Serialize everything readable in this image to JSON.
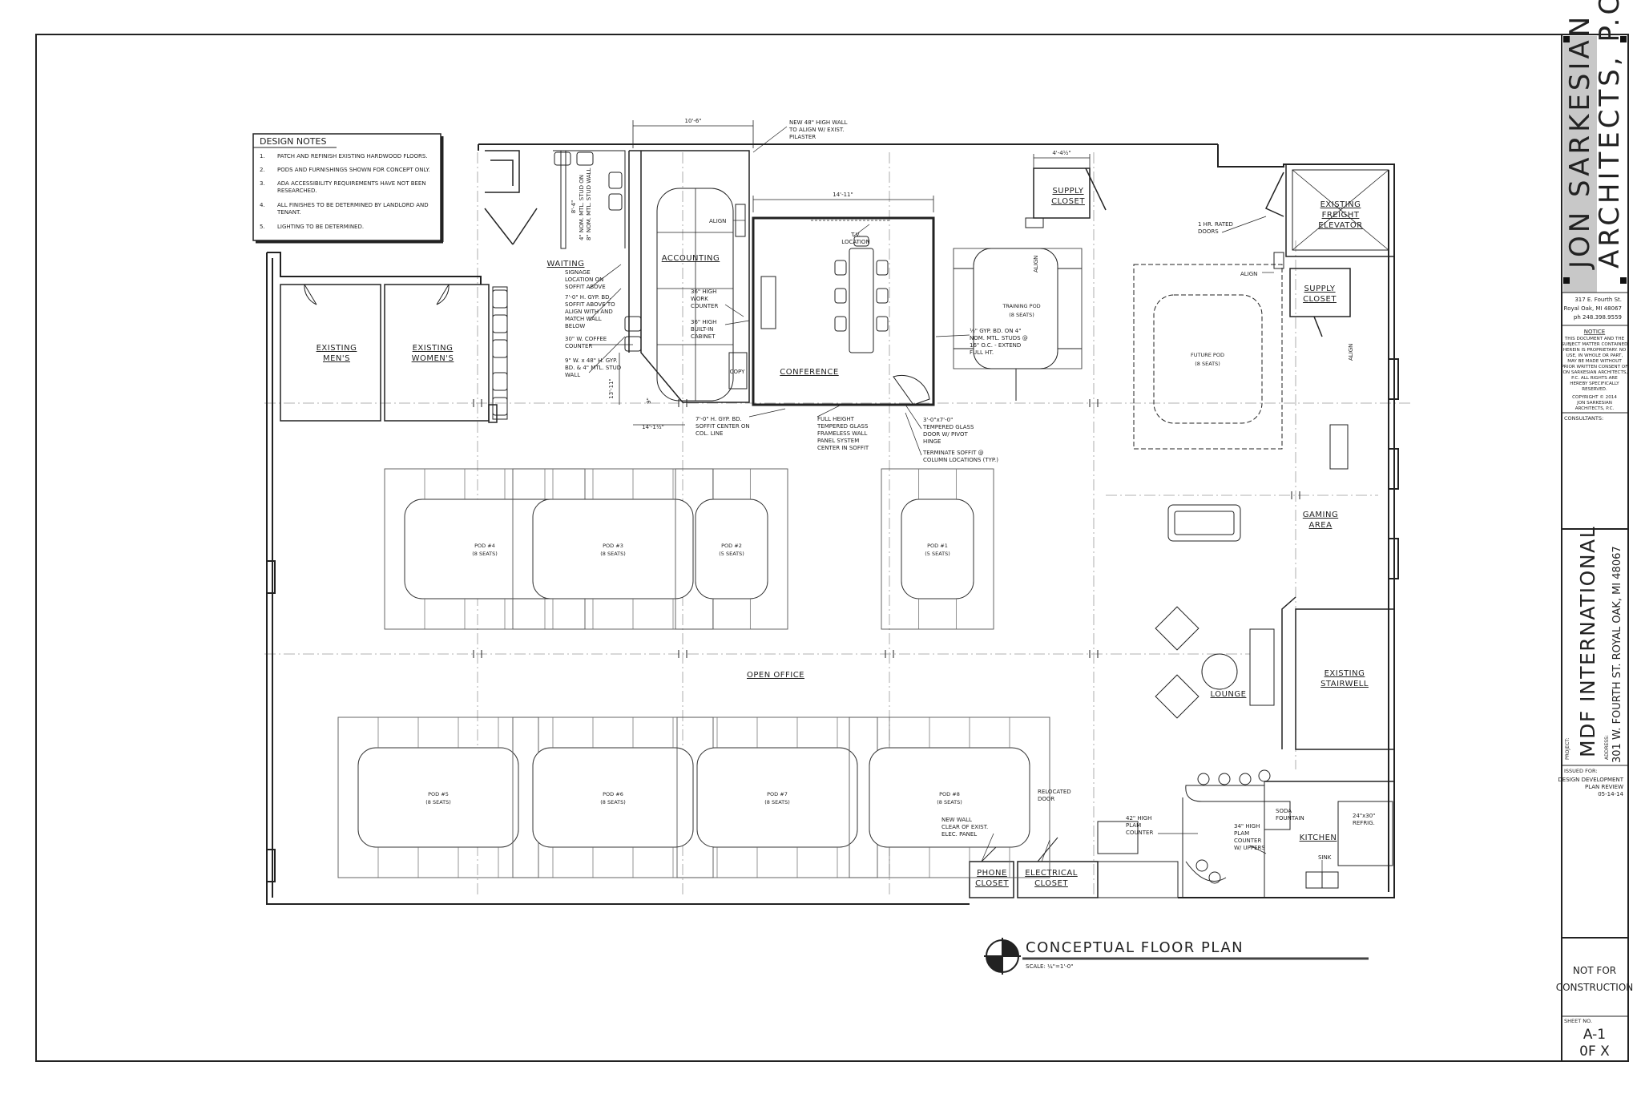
{
  "design_notes": {
    "title": "DESIGN NOTES",
    "items": [
      {
        "num": "1.",
        "lines": [
          "PATCH AND REFINISH EXISTING HARDWOOD FLOORS."
        ]
      },
      {
        "num": "2.",
        "lines": [
          "PODS AND FURNISHINGS SHOWN FOR CONCEPT ONLY."
        ]
      },
      {
        "num": "3.",
        "lines": [
          "ADA ACCESSIBILITY REQUIREMENTS HAVE NOT BEEN",
          "RESEARCHED."
        ]
      },
      {
        "num": "4.",
        "lines": [
          "ALL FINISHES TO BE DETERMINED BY LANDLORD AND",
          "TENANT."
        ]
      },
      {
        "num": "5.",
        "lines": [
          "LIGHTING TO BE DETERMINED."
        ]
      }
    ]
  },
  "rooms": {
    "existing_mens": [
      "EXISTING",
      "MEN'S"
    ],
    "existing_womens": [
      "EXISTING",
      "WOMEN'S"
    ],
    "waiting": "WAITING",
    "accounting": "ACCOUNTING",
    "conference": "CONFERENCE",
    "supply_closet_1": [
      "SUPPLY",
      "CLOSET"
    ],
    "supply_closet_2": [
      "SUPPLY",
      "CLOSET"
    ],
    "freight_elevator": [
      "EXISTING",
      "FREIGHT",
      "ELEVATOR"
    ],
    "gaming_area": [
      "GAMING",
      "AREA"
    ],
    "open_office": "OPEN OFFICE",
    "lounge": "LOUNGE",
    "existing_stairwell": [
      "EXISTING",
      "STAIRWELL"
    ],
    "kitchen": "KITCHEN",
    "phone_closet": [
      "PHONE",
      "CLOSET"
    ],
    "electrical_closet": [
      "ELECTRICAL",
      "CLOSET"
    ]
  },
  "pods": [
    {
      "name": "POD #4",
      "seats": "(8 SEATS)"
    },
    {
      "name": "POD #3",
      "seats": "(8 SEATS)"
    },
    {
      "name": "POD #2",
      "seats": "(5 SEATS)"
    },
    {
      "name": "POD #1",
      "seats": "(5 SEATS)"
    },
    {
      "name": "POD #5",
      "seats": "(8 SEATS)"
    },
    {
      "name": "POD #6",
      "seats": "(8 SEATS)"
    },
    {
      "name": "POD #7",
      "seats": "(8 SEATS)"
    },
    {
      "name": "POD #8",
      "seats": "(8 SEATS)"
    }
  ],
  "training_pod": [
    "TRAINING POD",
    "(8 SEATS)"
  ],
  "future_pod": [
    "FUTURE POD",
    "(8 SEATS)"
  ],
  "dimensions": {
    "d_10_6": "10'-6\"",
    "d_14_11": "14'-11\"",
    "d_4_4": "4'-4½\"",
    "d_13_11": "13'-11\"",
    "d_14_1": "14'-1½\"",
    "d_9": "9\"",
    "d_8_4": "8'-4\""
  },
  "annotations": {
    "new_48_wall": [
      "NEW 48\" HIGH WALL",
      "TO ALIGN W/ EXIST.",
      "PILASTER"
    ],
    "stud_wall": [
      "4\" NOM. MTL. STUD ON",
      "8\" NOM. MTL. STUD WALL"
    ],
    "signage": [
      "SIGNAGE",
      "LOCATION ON",
      "SOFFIT ABOVE"
    ],
    "soffit_7_0": [
      "7'-0\" H. GYP. BD.",
      "SOFFIT ABOVE TO",
      "ALIGN WITH AND",
      "MATCH WALL",
      "BELOW"
    ],
    "coffee_counter": [
      "30\" W. COFFEE",
      "COUNTER"
    ],
    "gyp_wall": [
      "9\" W. x 48\" H. GYP.",
      "BD. & 4\" MTL. STUD",
      "WALL"
    ],
    "work_counter": [
      "36\" HIGH",
      "WORK",
      "COUNTER"
    ],
    "builtin_cabinet": [
      "36\" HIGH",
      "BUILT-IN",
      "CABINET"
    ],
    "copy": "COPY",
    "align": "ALIGN",
    "tv_location": [
      "T.V.",
      "LOCATION"
    ],
    "soffit_col_line": [
      "7'-0\" H. GYP. BD.",
      "SOFFIT CENTER ON",
      "COL. LINE"
    ],
    "glass_wall": [
      "FULL HEIGHT",
      "TEMPERED GLASS",
      "FRAMELESS WALL",
      "PANEL SYSTEM",
      "CENTER IN SOFFIT"
    ],
    "glass_door": [
      "3'-0\"x7'-0\"",
      "TEMPERED GLASS",
      "DOOR W/ PIVOT",
      "HINGE"
    ],
    "terminate_soffit": [
      "TERMINATE SOFFIT @",
      "COLUMN LOCATIONS (TYP.)"
    ],
    "gyp_studs": [
      "½\" GYP. BD. ON 4\"",
      "NOM. MTL. STUDS @",
      "16\" O.C. - EXTEND",
      "FULL HT."
    ],
    "rated_doors": [
      "1 HR. RATED",
      "DOORS"
    ],
    "new_wall_panel": [
      "NEW WALL",
      "CLEAR OF EXIST.",
      "ELEC. PANEL"
    ],
    "relocated_door": [
      "RELOCATED",
      "DOOR"
    ],
    "plam_42": [
      "42\" HIGH",
      "PLAM",
      "COUNTER"
    ],
    "plam_34": [
      "34\" HIGH",
      "PLAM",
      "COUNTER",
      "W/ UPPERS"
    ],
    "soda_fountain": [
      "SODA",
      "FOUNTAIN"
    ],
    "refrig": [
      "24\"x30\"",
      "REFRIG."
    ],
    "sink": "SINK"
  },
  "plan_title": {
    "title": "CONCEPTUAL FLOOR PLAN",
    "scale": "SCALE: ¼\"=1'-0\""
  },
  "title_block": {
    "firm_line1": "JON SARKESIAN",
    "firm_line2": "ARCHITECTS, P.C.",
    "address": [
      "317 E. Fourth St.",
      "Royal Oak, MI 48067",
      "ph 248.398.9559"
    ],
    "notice_title": "NOTICE",
    "notice": [
      "THIS DOCUMENT AND THE",
      "SUBJECT MATTER CONTAINED",
      "HEREIN IS PROPRIETARY. NO",
      "USE, IN WHOLE OR PART,",
      "MAY BE MADE WITHOUT",
      "PRIOR WRITTEN CONSENT OF",
      "JON SARKESIAN ARCHITECTS,",
      "P.C.  ALL RIGHTS ARE",
      "HEREBY SPECIFICALLY",
      "RESERVED."
    ],
    "copyright": [
      "COPYRIGHT © 2014",
      "JON SARKESIAN",
      "ARCHITECTS, P.C."
    ],
    "consultants_label": "CONSULTANTS:",
    "project_label": "PROJECT:",
    "project_name": "MDF INTERNATIONAL",
    "address_label": "ADDRESS:",
    "project_address": "301 W. FOURTH ST. ROYAL OAK, MI 48067",
    "issued_label": "ISSUED FOR:",
    "issued": [
      "DESIGN DEVELOPMENT",
      "PLAN REVIEW",
      "05-14-14"
    ],
    "not_for_construction": [
      "NOT FOR",
      "CONSTRUCTION"
    ],
    "sheet_no_label": "SHEET NO.",
    "sheet_no": "A-1",
    "sheet_of": "0F X"
  },
  "colors": {
    "line": "#222222",
    "grey_band": "#c8c8c8",
    "light_line": "#888888"
  }
}
